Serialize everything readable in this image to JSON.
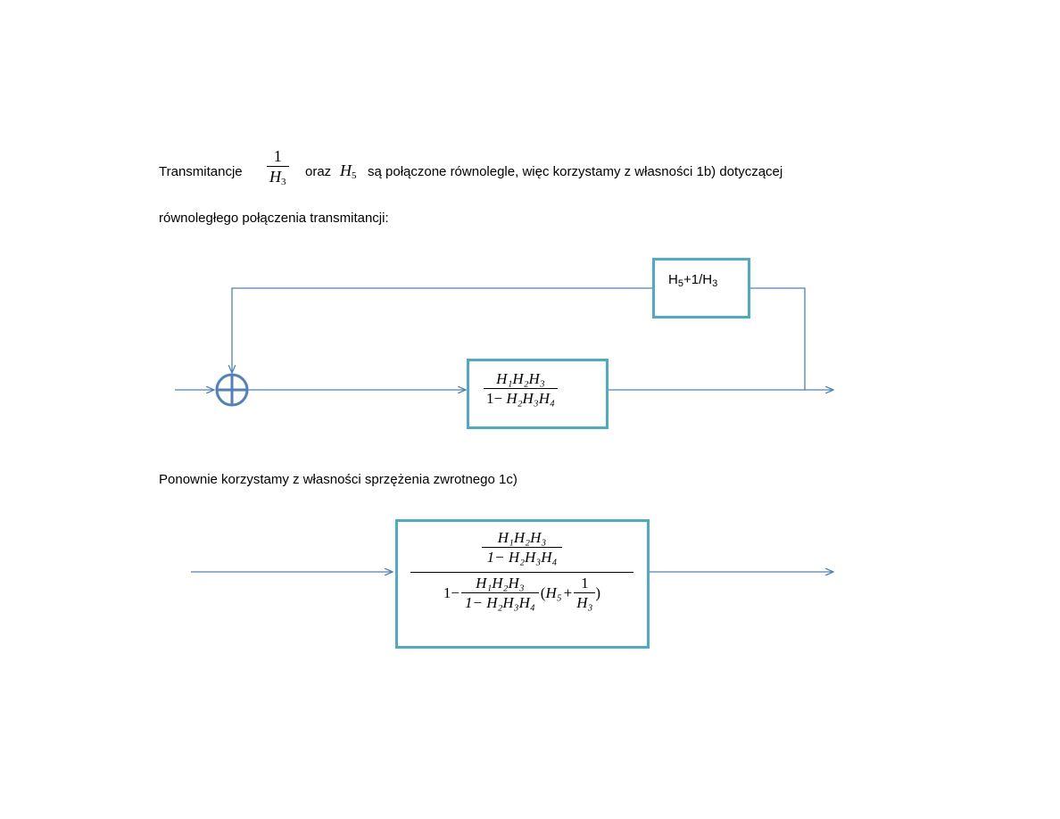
{
  "paragraph1": {
    "before": "Transmitancje",
    "frac_num": "1",
    "frac_den_var": "H",
    "frac_den_sub": "3",
    "oraz": "oraz",
    "h5_var": "H",
    "h5_sub": "5",
    "after": "są połączone równolegle, więc korzystamy z własności 1b) dotyczącej",
    "line2": "równoległego połączenia transmitancji:"
  },
  "diagram1": {
    "feedback_block": {
      "p1": "H",
      "s1": "5",
      "p2": "+1/H",
      "s2": "3"
    },
    "main_block": {
      "num": "H₁H₂H₃",
      "den_prefix": "1−",
      "den_vars": "H₂H₃H₄"
    },
    "summing_junction": "⊕"
  },
  "paragraph2": "Ponownie korzystamy z własności sprzężenia zwrotnego 1c)",
  "diagram2": {
    "top_num": "H₁H₂H₃",
    "top_den": "1− H₂H₃H₄",
    "bottom_prefix": "1−",
    "inner_num": "H₁H₂H₃",
    "inner_den": "1− H₂H₃H₄",
    "paren_open": "(",
    "h5": "H₅",
    "plus": "+",
    "one": "1",
    "h3": "H₃",
    "paren_close": ")"
  },
  "colors": {
    "line": "#4f81bd",
    "box_border": "#4bacc6"
  }
}
